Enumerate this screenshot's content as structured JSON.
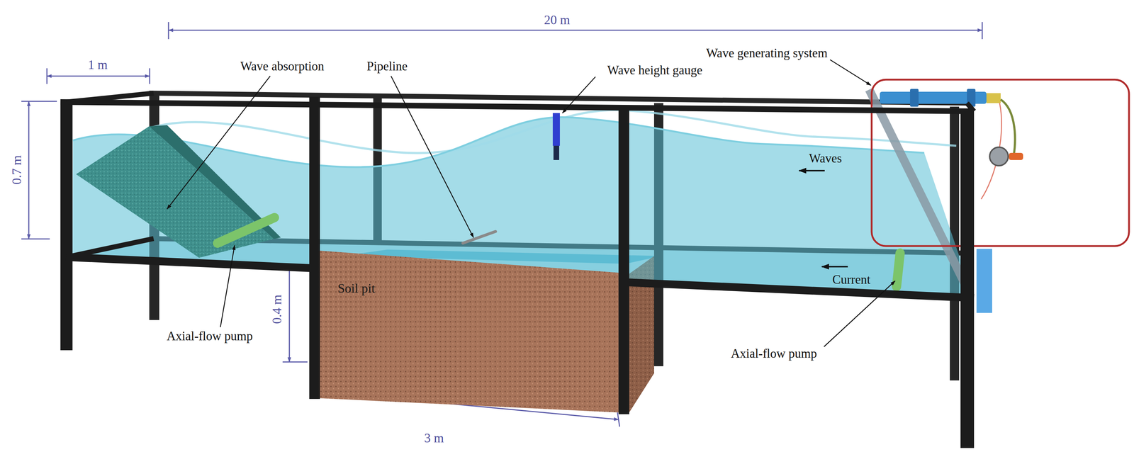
{
  "diagram": {
    "nodes": [
      {
        "text": [
          "Soil pit"
        ]
      }
    ],
    "labels": [
      "20 m",
      "1 m",
      "0.7 m",
      "Wave absorption",
      "Pipeline",
      "Wave height gauge",
      "Wave generating system",
      "Waves",
      "Current",
      "Axial-flow pump",
      "Axial-flow pump",
      "0.4 m",
      "3 m"
    ]
  }
}
